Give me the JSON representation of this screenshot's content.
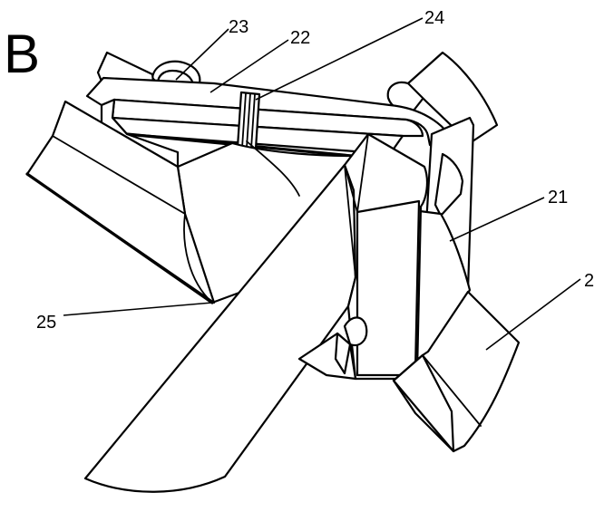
{
  "panel": {
    "letter": "B"
  },
  "labels": {
    "l23": "23",
    "l22": "22",
    "l24": "24",
    "l21": "21",
    "l2": "2",
    "l25": "25"
  },
  "colors": {
    "stroke": "#000000",
    "fill": "#ffffff"
  }
}
